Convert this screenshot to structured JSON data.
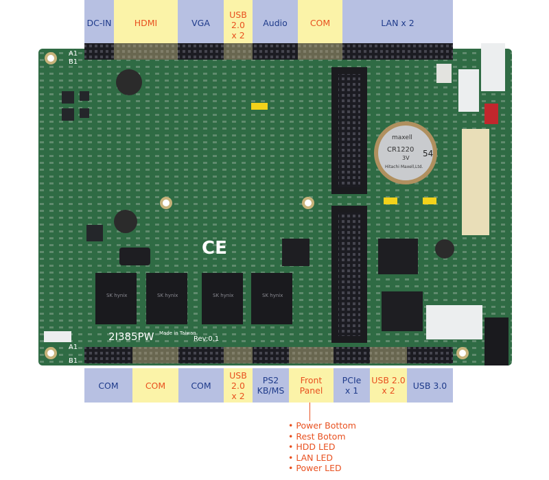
{
  "top_labels": [
    {
      "text": "DC-IN",
      "color": "blue"
    },
    {
      "text": "HDMI",
      "color": "yellow"
    },
    {
      "text": "VGA",
      "color": "blue"
    },
    {
      "text": "USB\n2.0\nx 2",
      "color": "yellow"
    },
    {
      "text": "Audio",
      "color": "blue"
    },
    {
      "text": "COM",
      "color": "yellow"
    },
    {
      "text": "LAN x 2",
      "color": "blue"
    }
  ],
  "bottom_labels": [
    {
      "text": "COM",
      "color": "blue"
    },
    {
      "text": "COM",
      "color": "yellow"
    },
    {
      "text": "COM",
      "color": "blue"
    },
    {
      "text": "USB\n2.0\nx 2",
      "color": "yellow"
    },
    {
      "text": "PS2\nKB/MS",
      "color": "blue"
    },
    {
      "text": "Front\nPanel",
      "color": "yellow"
    },
    {
      "text": "PCIe\nx 1",
      "color": "blue"
    },
    {
      "text": "USB 2.0\nx 2",
      "color": "yellow"
    },
    {
      "text": "USB 3.0",
      "color": "blue"
    }
  ],
  "front_panel_pins": [
    "Power Bottom",
    "Rest Botom",
    "HDD LED",
    "LAN LED",
    "Power LED"
  ],
  "board_text": {
    "model": "2I385PW",
    "made_in": "Made in Taiwan",
    "rev": "Rev:0.1",
    "ce": "CE",
    "battery_brand": "maxell",
    "battery_model": "CR1220",
    "battery_sub": "3V",
    "battery_maker": "Hitachi Maxell,Ltd.",
    "battery_code": "54",
    "ram_brand": "SK hynix",
    "pin_a1_top": "A1",
    "pin_b1_top": "B1",
    "pin_a1_bot": "A1",
    "pin_b1_bot": "B1"
  },
  "colors": {
    "label_blue": "#b7c0e2",
    "label_yellow": "#fbf3a8",
    "text_blue": "#1e3a8a",
    "text_orange": "#e8501f",
    "pcb": "#2f6b44"
  }
}
